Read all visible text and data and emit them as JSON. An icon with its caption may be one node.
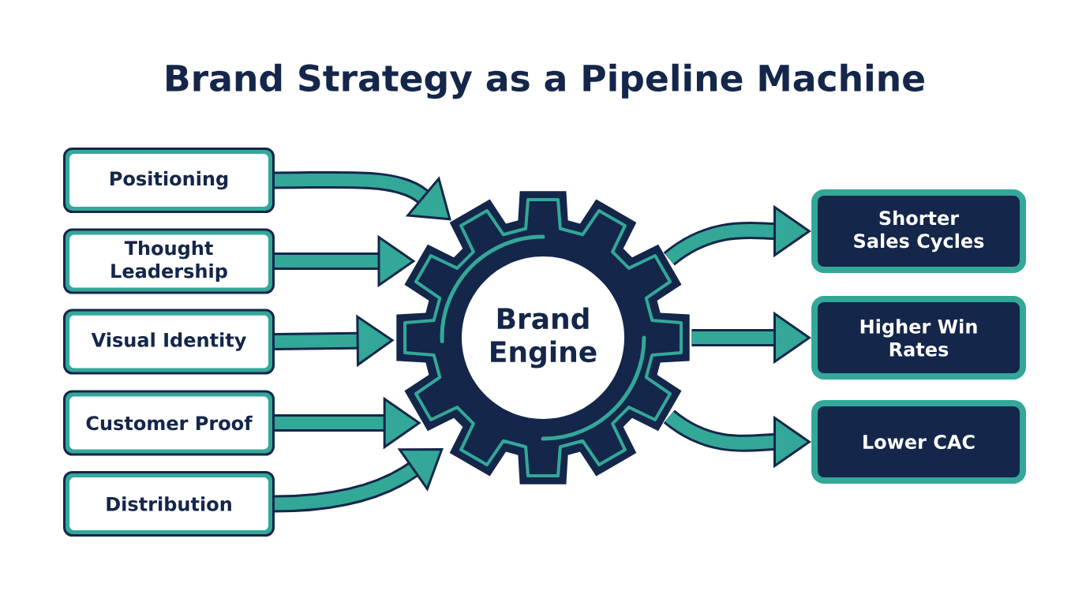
{
  "diagram": {
    "title": "Brand Strategy as a Pipeline Machine",
    "nodes": [
      {
        "text": [
          "Positioning"
        ]
      },
      {
        "text": [
          "Thought Leadership"
        ]
      },
      {
        "text": [
          "Visual Identity"
        ]
      },
      {
        "text": [
          "Customer Proof"
        ]
      },
      {
        "text": [
          "Distribution"
        ]
      },
      {
        "text": [
          "Brand Engine"
        ]
      },
      {
        "text": [
          "Shorter Sales Cycles"
        ]
      },
      {
        "text": [
          "Higher Win Rates"
        ]
      },
      {
        "text": [
          "Lower CAC"
        ]
      }
    ],
    "edges": [
      {
        "from": 0,
        "to": 5,
        "arrow": "to"
      },
      {
        "from": 1,
        "to": 5,
        "arrow": "to"
      },
      {
        "from": 2,
        "to": 5,
        "arrow": "to"
      },
      {
        "from": 3,
        "to": 5,
        "arrow": "to"
      },
      {
        "from": 4,
        "to": 5,
        "arrow": "to"
      },
      {
        "from": 5,
        "to": 6,
        "arrow": "to"
      },
      {
        "from": 5,
        "to": 7,
        "arrow": "to"
      },
      {
        "from": 5,
        "to": 8,
        "arrow": "to"
      }
    ]
  }
}
